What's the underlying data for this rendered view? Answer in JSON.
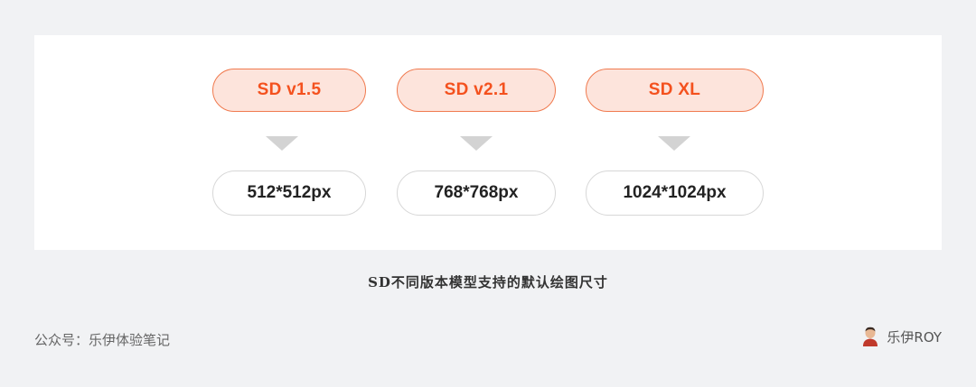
{
  "models": [
    {
      "version": "SD v1.5",
      "size": "512*512px"
    },
    {
      "version": "SD v2.1",
      "size": "768*768px"
    },
    {
      "version": "SD XL",
      "size": "1024*1024px"
    }
  ],
  "caption": "SD不同版本模型支持的默认绘图尺寸",
  "footer": {
    "account": "公众号：乐伊体验笔记",
    "author": "乐伊ROY"
  },
  "colors": {
    "accent": "#f4511e",
    "accent_fill": "#fde4dc",
    "background": "#f1f2f4"
  }
}
